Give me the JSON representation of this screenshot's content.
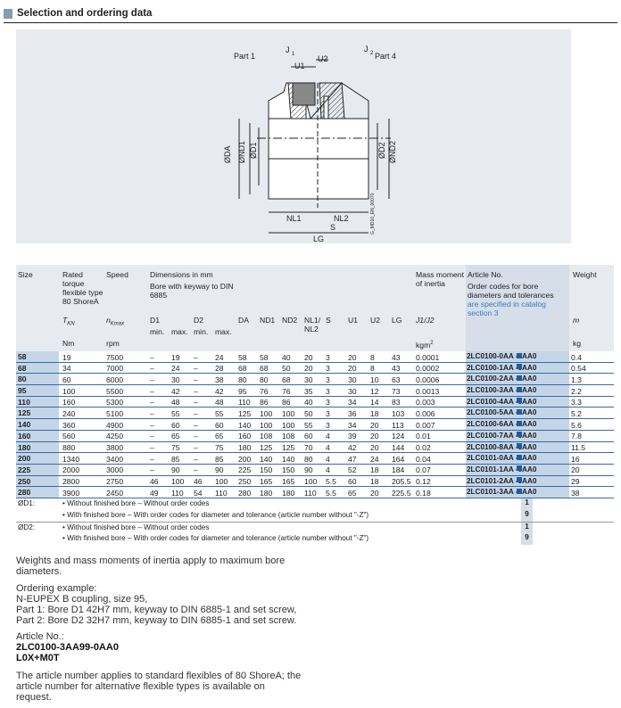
{
  "section_title": "Selection and ordering data",
  "drawing": {
    "labels": {
      "j1": "J",
      "j1_sub": "1",
      "j2": "J",
      "j2_sub": "2",
      "part1": "Part 1",
      "part4": "Part 4",
      "u1": "U1",
      "u2": "U2",
      "da": "ØDA",
      "nd1": "ØND1",
      "d1": "ØD1",
      "d2": "ØD2",
      "nd2": "ØND2",
      "nl1": "NL1",
      "nl2": "NL2",
      "s": "S",
      "lg": "LG",
      "code": "G_MD10_EN_00070"
    }
  },
  "table": {
    "headers": {
      "size": "Size",
      "torque": "Rated torque flexible type 80 ShoreA",
      "torque_sym": "T",
      "torque_sub": "KN",
      "speed": "Speed",
      "speed_sym": "n",
      "speed_sub": "Kmax",
      "dims": "Dimensions in mm",
      "bore": "Bore with keyway to DIN 6885",
      "mass": "Mass moment of inertia",
      "mass_sym": "J1/J2",
      "article": "Article No.",
      "article_desc": "Order codes for bore diameters and tolerances",
      "article_link": "are specified in catalog section 3",
      "weight": "Weight",
      "weight_sym": "m",
      "d1": "D1",
      "d2": "D2",
      "min": "min.",
      "max": "max.",
      "da": "DA",
      "nd1": "ND1",
      "nd2": "ND2",
      "nl": "NL1/ NL2",
      "s": "S",
      "u1": "U1",
      "u2": "U2",
      "lg": "LG",
      "unit_nm": "Nm",
      "unit_rpm": "rpm",
      "unit_kgm2": "kgm",
      "unit_kgm2_sup": "2",
      "unit_kg": "kg"
    },
    "rows": [
      [
        "58",
        "19",
        "7500",
        "–",
        "19",
        "–",
        "24",
        "58",
        "58",
        "40",
        "20",
        "3",
        "20",
        "8",
        "43",
        "0.0001",
        "2LC0100-0AA",
        "-0AA0",
        "0.4"
      ],
      [
        "68",
        "34",
        "7000",
        "–",
        "24",
        "–",
        "28",
        "68",
        "68",
        "50",
        "20",
        "3",
        "20",
        "8",
        "43",
        "0.0002",
        "2LC0100-1AA",
        "-0AA0",
        "0.54"
      ],
      [
        "80",
        "60",
        "6000",
        "–",
        "30",
        "–",
        "38",
        "80",
        "80",
        "68",
        "30",
        "3",
        "30",
        "10",
        "63",
        "0.0006",
        "2LC0100-2AA",
        "-0AA0",
        "1.3"
      ],
      [
        "95",
        "100",
        "5500",
        "–",
        "42",
        "–",
        "42",
        "95",
        "76",
        "76",
        "35",
        "3",
        "30",
        "12",
        "73",
        "0.0013",
        "2LC0100-3AA",
        "-0AA0",
        "2.2"
      ],
      [
        "110",
        "160",
        "5300",
        "–",
        "48",
        "–",
        "48",
        "110",
        "86",
        "86",
        "40",
        "3",
        "34",
        "14",
        "83",
        "0.003",
        "2LC0100-4AA",
        "-0AA0",
        "3.3"
      ],
      [
        "125",
        "240",
        "5100",
        "–",
        "55",
        "–",
        "55",
        "125",
        "100",
        "100",
        "50",
        "3",
        "36",
        "18",
        "103",
        "0.006",
        "2LC0100-5AA",
        "-0AA0",
        "5.2"
      ],
      [
        "140",
        "360",
        "4900",
        "–",
        "60",
        "–",
        "60",
        "140",
        "100",
        "100",
        "55",
        "3",
        "34",
        "20",
        "113",
        "0.007",
        "2LC0100-6AA",
        "-0AA0",
        "5.6"
      ],
      [
        "160",
        "560",
        "4250",
        "–",
        "65",
        "–",
        "65",
        "160",
        "108",
        "108",
        "60",
        "4",
        "39",
        "20",
        "124",
        "0.01",
        "2LC0100-7AA",
        "-0AA0",
        "7.8"
      ],
      [
        "180",
        "880",
        "3800",
        "–",
        "75",
        "–",
        "75",
        "180",
        "125",
        "125",
        "70",
        "4",
        "42",
        "20",
        "144",
        "0.02",
        "2LC0100-8AA",
        "-0AA0",
        "11.5"
      ],
      [
        "200",
        "1340",
        "3400",
        "–",
        "85",
        "–",
        "85",
        "200",
        "140",
        "140",
        "80",
        "4",
        "47",
        "24",
        "164",
        "0.04",
        "2LC0101-0AA",
        "-0AA0",
        "16"
      ],
      [
        "225",
        "2000",
        "3000",
        "–",
        "90",
        "–",
        "90",
        "225",
        "150",
        "150",
        "90",
        "4",
        "52",
        "18",
        "184",
        "0.07",
        "2LC0101-1AA",
        "-0AA0",
        "20"
      ],
      [
        "250",
        "2800",
        "2750",
        "46",
        "100",
        "46",
        "100",
        "250",
        "165",
        "165",
        "100",
        "5.5",
        "60",
        "18",
        "205.5",
        "0.12",
        "2LC0101-2AA",
        "-0AA0",
        "29"
      ],
      [
        "280",
        "3900",
        "2450",
        "49",
        "110",
        "54",
        "110",
        "280",
        "180",
        "180",
        "110",
        "5.5",
        "65",
        "20",
        "225.5",
        "0.18",
        "2LC0101-3AA",
        "-0AA0",
        "38"
      ]
    ],
    "options": [
      {
        "label": "ØD1:",
        "text": "• Without finished bore – Without order codes",
        "flag": "1"
      },
      {
        "label": "",
        "text": "• With finished bore – With order codes for diameter and tolerance (article number without \"-Z\")",
        "flag": "9"
      },
      {
        "label": "ØD2:",
        "text": "• Without finished bore – Without order codes",
        "flag": "1"
      },
      {
        "label": "",
        "text": "• With finished bore – With order codes for diameter and tolerance (article number without \"-Z\")",
        "flag": "9"
      }
    ]
  },
  "notes": {
    "weights": "Weights and mass moments of inertia apply to maximum bore diameters.",
    "ordering_title": "Ordering example:",
    "ordering_lines": [
      "N-EUPEX B coupling, size 95,",
      "Part 1: Bore D1 42H7 mm, keyway to DIN 6885-1 and set screw,",
      "Part 2: Bore D2 32H7 mm, keyway to DIN 6885-1 and set screw."
    ],
    "article_title": "Article No.:",
    "article_no": "2LC0100-3AA99-0AA0",
    "article_code": "L0X+M0T",
    "standard": "The article number applies to standard flexibles of 80 ShoreA; the article number for alternative flexible types is available on request."
  },
  "colors": {
    "header_bg": "#e7ebf0",
    "accent_cell": "#c4d5e8",
    "row_line": "#3a6ba2",
    "link": "#3d7bbf"
  }
}
